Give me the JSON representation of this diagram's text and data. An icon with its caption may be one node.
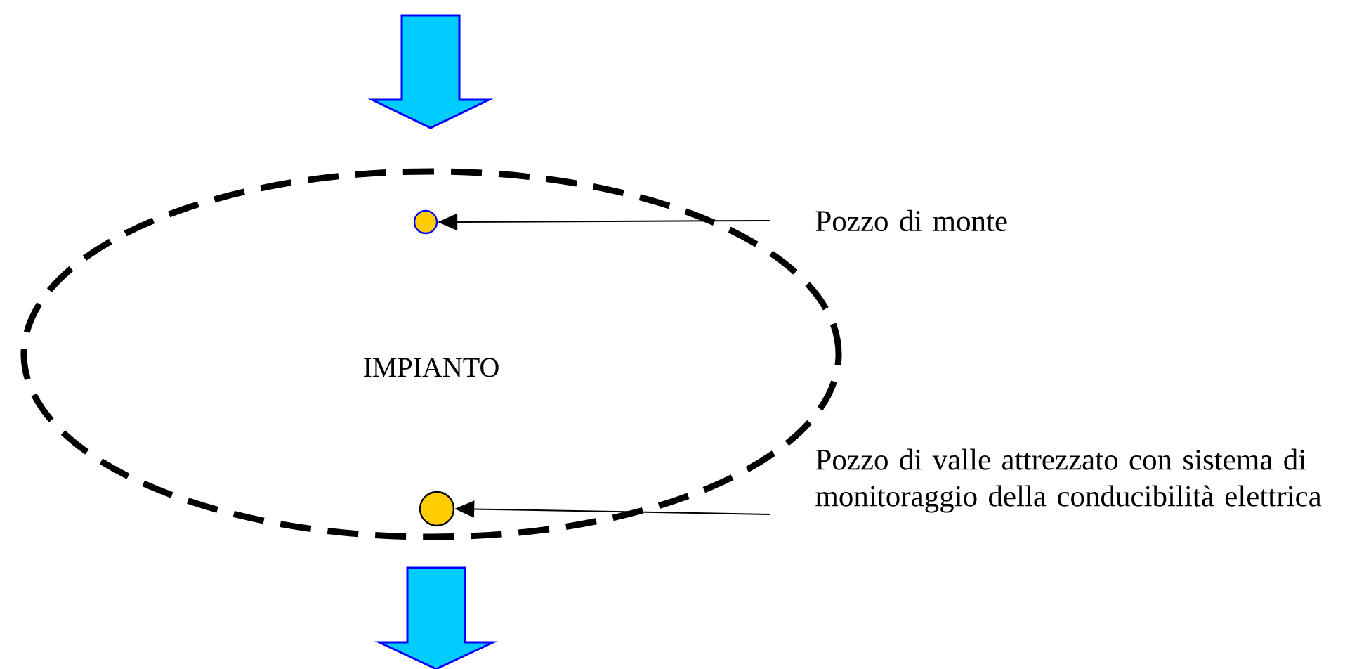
{
  "diagram": {
    "nodes": [
      {
        "text": [
          "IMPIANTO"
        ]
      },
      {
        "text": [],
        "shape": "circle",
        "in": 0
      },
      {
        "text": [],
        "shape": "circle",
        "in": 0
      },
      {
        "text": [
          "Pozzo di monte"
        ]
      },
      {
        "text": [
          "Pozzo di valle attrezzato con sistema di monitoraggio della conducibilità elettrica"
        ]
      }
    ],
    "edges": [
      {
        "from": 3,
        "to": 1,
        "arrow": "to"
      },
      {
        "from": 4,
        "to": 2,
        "arrow": "to"
      }
    ]
  }
}
